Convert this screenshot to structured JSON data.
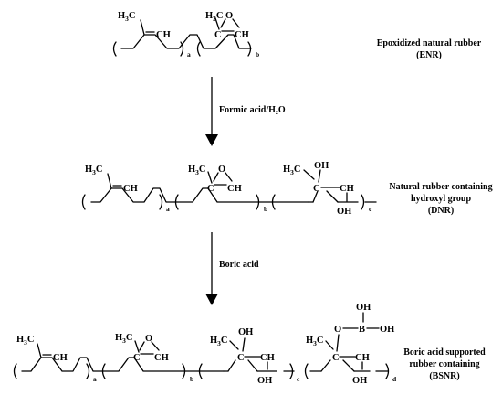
{
  "atoms": {
    "h3c_main": "H",
    "h3c_sub": "3",
    "h3c_c": "C",
    "ch": "CH",
    "c": "C",
    "o": "O",
    "oh": "OH",
    "b": "B"
  },
  "units": {
    "a": "a",
    "b": "b",
    "c": "c",
    "d": "d"
  },
  "compounds": {
    "enr": {
      "line1": "Epoxidized natural rubber",
      "line2": "(ENR)"
    },
    "dnr": {
      "line1": "Natural rubber containing",
      "line2": "hydroxyl group",
      "line3": "(DNR)"
    },
    "bsnr": {
      "line1": "Boric acid supported",
      "line2": "rubber containing",
      "line3": "(BSNR)"
    }
  },
  "reagents": {
    "step1": "Formic acid/H₂O",
    "step2": "Boric acid"
  }
}
